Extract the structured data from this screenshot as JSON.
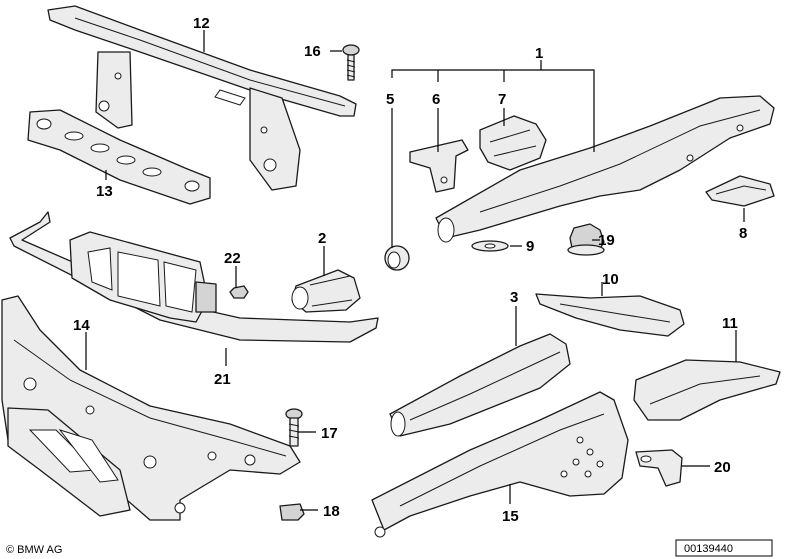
{
  "callouts": {
    "c1": "1",
    "c2": "2",
    "c3": "3",
    "c5": "5",
    "c6": "6",
    "c7": "7",
    "c8": "8",
    "c9": "9",
    "c10": "10",
    "c11": "11",
    "c12": "12",
    "c13": "13",
    "c14": "14",
    "c15": "15",
    "c16": "16",
    "c17": "17",
    "c18": "18",
    "c19": "19",
    "c20": "20",
    "c21": "21",
    "c22": "22"
  },
  "footer": {
    "copyright": "© BMW AG",
    "doc_number": "00139440"
  }
}
